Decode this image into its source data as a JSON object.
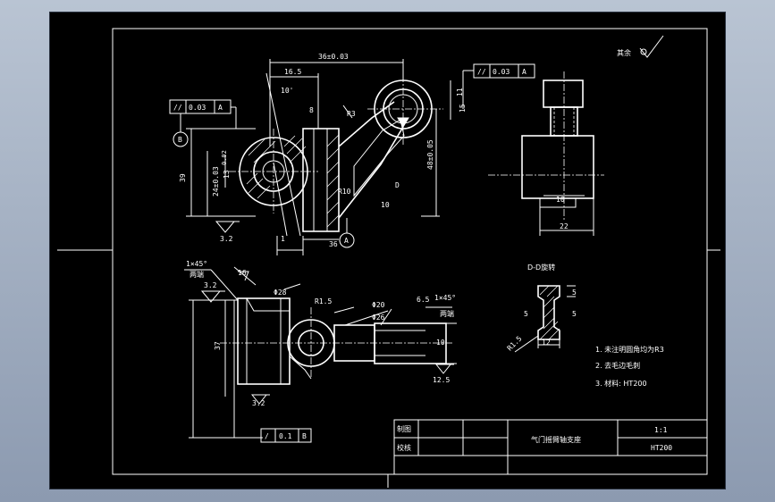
{
  "drawing": {
    "roughness_note": "其余",
    "dims": {
      "d36": "36±0.03",
      "d16_5": "16.5",
      "a10": "10'",
      "d8": "8",
      "r3": "R3",
      "d39": "39",
      "d16": "16",
      "d24": "24±0.03",
      "d13": "13",
      "d0_02": "0.02",
      "d8b": "8",
      "r10": "R10",
      "d10": "10",
      "d48": "48±0.05",
      "d15": "15",
      "d11": "11",
      "d1": "1",
      "d36b": "36",
      "dd": "D",
      "d10b": "10",
      "d22": "22",
      "chamfer1": "1×45°",
      "both_ends1": "两端",
      "chamfer2": "1×45°",
      "both_ends2": "两端",
      "d16b": "16",
      "d28": "Φ28",
      "r1_5": "R1.5",
      "d20": "Φ20",
      "d26": "Φ26",
      "d6_5": "6.5",
      "d37": "37",
      "d10c": "10",
      "d5": "5",
      "d5b": "5",
      "d5c": "5",
      "d12": "12",
      "r1_5b": "R1.5"
    },
    "frames": {
      "tol1": {
        "sym": "//",
        "val": "0.03",
        "ref": "A"
      },
      "tol2": {
        "sym": "//",
        "val": "0.03",
        "ref": "A"
      },
      "tol3": {
        "sym": "/",
        "val": "0.1",
        "ref": "B"
      }
    },
    "datums": {
      "b1": "B",
      "a1": "A"
    },
    "rough": {
      "r1": "3.2",
      "r2": "3.2",
      "r3": "3.2",
      "r4": "12.5"
    },
    "section_label": "D-D旋转",
    "notes": [
      "1. 未注明圆角均为R3",
      "2. 去毛边毛刺",
      "3. 材料: HT200"
    ],
    "title_block": {
      "drawn": "制图",
      "checked": "校核",
      "part_name": "气门摇臂轴支座",
      "scale": "1:1",
      "material": "HT200"
    }
  }
}
